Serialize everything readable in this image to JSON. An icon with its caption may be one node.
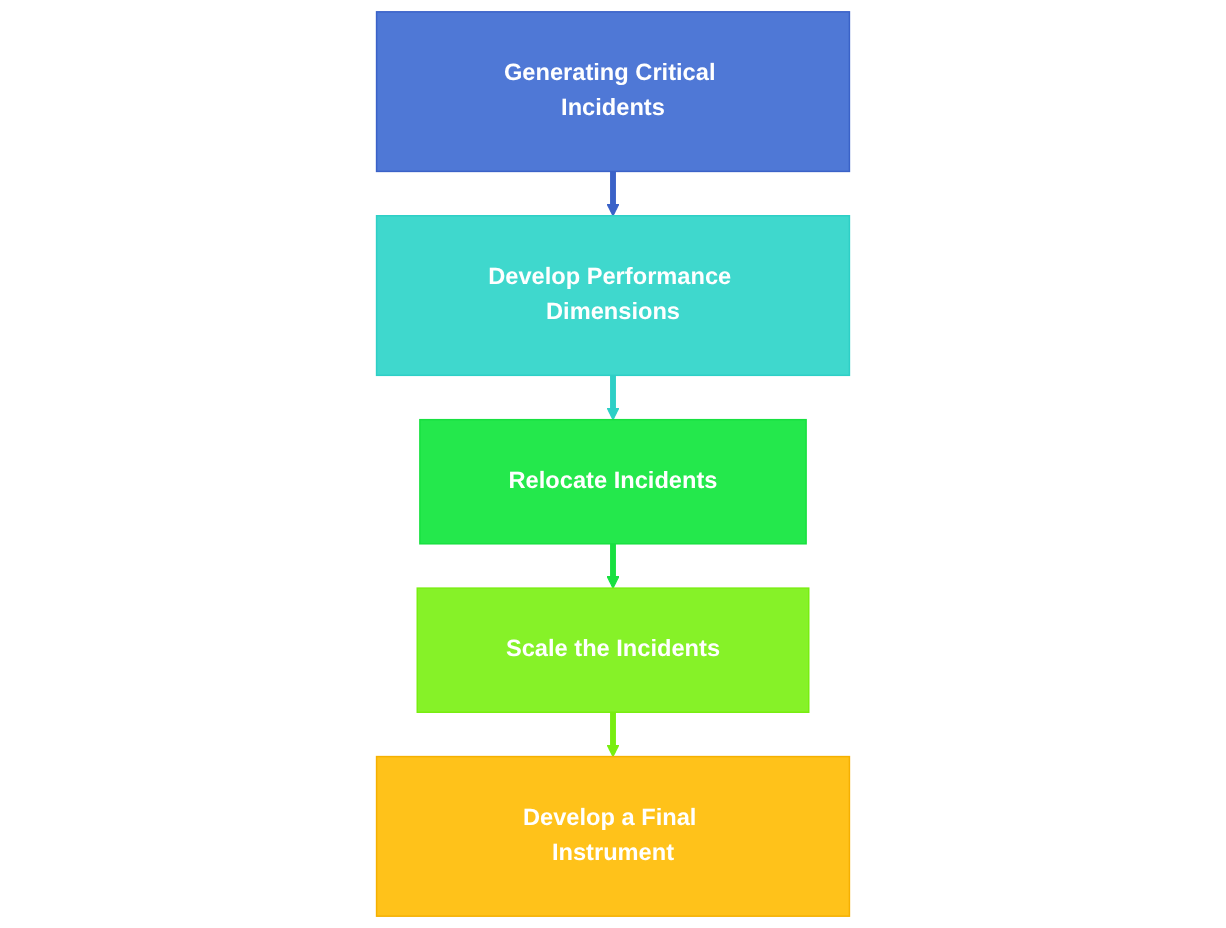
{
  "diagram": {
    "nodes": [
      {
        "text": [
          "Generating Critical Incidents"
        ]
      },
      {
        "text": [
          "Develop Performance Dimensions"
        ]
      },
      {
        "text": [
          "Relocate Incidents"
        ]
      },
      {
        "text": [
          "Scale the Incidents"
        ]
      },
      {
        "text": [
          "Develop a Final Instrument"
        ]
      }
    ],
    "edges": [
      {
        "from": 0,
        "to": 1,
        "arrow": "to",
        "color": "#3a62c8"
      },
      {
        "from": 1,
        "to": 2,
        "arrow": "to",
        "color": "#2ecfc6"
      },
      {
        "from": 2,
        "to": 3,
        "arrow": "to",
        "color": "#18e040"
      },
      {
        "from": 3,
        "to": 4,
        "arrow": "to",
        "color": "#78ee10"
      }
    ]
  }
}
